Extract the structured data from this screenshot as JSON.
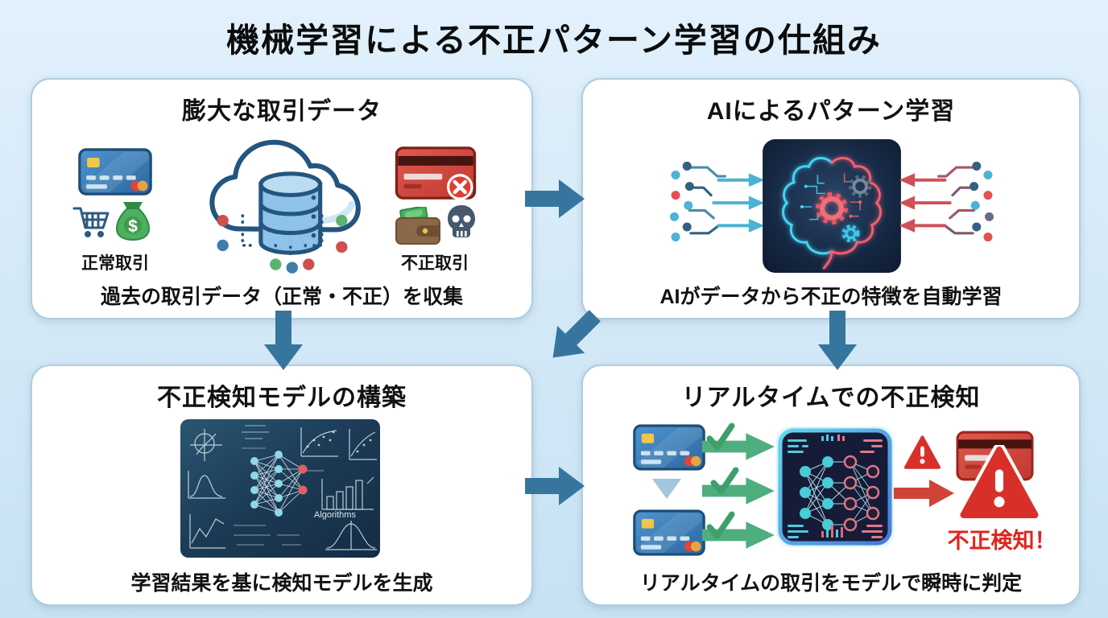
{
  "title": "機械学習による不正パターン学習の仕組み",
  "panels": {
    "data": {
      "title": "膨大な取引データ",
      "normal_label": "正常取引",
      "fraud_label": "不正取引",
      "caption": "過去の取引データ（正常・不正）を収集",
      "money_symbol": "$"
    },
    "learning": {
      "title": "AIによるパターン学習",
      "caption": "AIがデータから不正の特徴を自動学習"
    },
    "model": {
      "title": "不正検知モデルの構築",
      "board_label": "Algorithms",
      "caption": "学習結果を基に検知モデルを生成"
    },
    "detection": {
      "title": "リアルタイムでの不正検知",
      "alert_label": "不正検知！",
      "caption": "リアルタイムの取引をモデルで瞬時に判定"
    }
  },
  "icons": [
    "credit-card-icon",
    "shopping-cart-icon",
    "money-bag-icon",
    "cloud-database-icon",
    "blocked-card-icon",
    "wallet-icon",
    "skull-icon",
    "ai-brain-icon",
    "chalkboard-model-icon",
    "neural-chip-icon",
    "check-icon",
    "warning-triangle-icon",
    "flow-arrow-icon"
  ],
  "colors": {
    "background_top": "#e2f1fc",
    "background_bottom": "#c7e2f3",
    "panel_border": "#aecddf",
    "flow_arrow_blue": "#36759e",
    "pass_arrow_green": "#4fae7e",
    "check_green": "#3da06a",
    "alert_red": "#d83028",
    "normal_card_blue": "#2f6ea8",
    "fraud_card_red": "#c0392b"
  }
}
